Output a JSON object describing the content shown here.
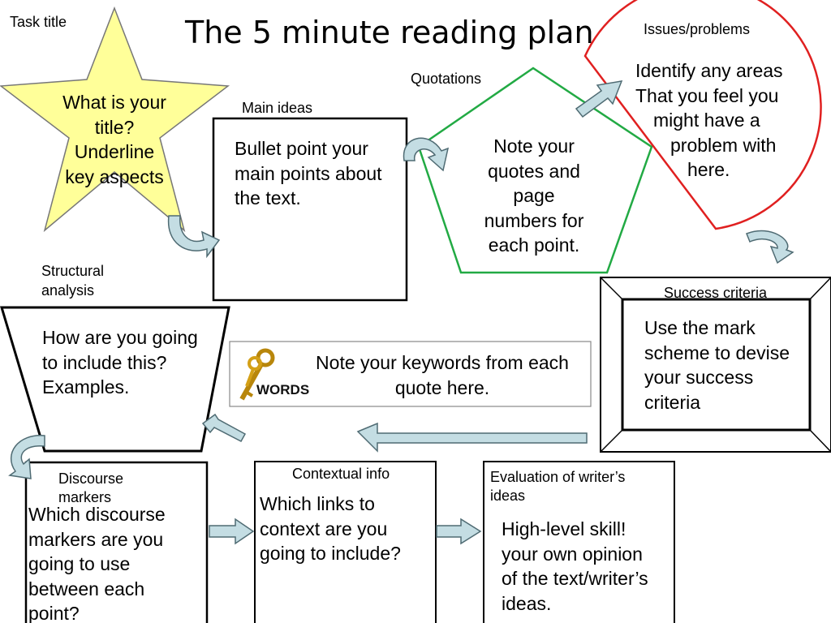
{
  "title": "The 5 minute reading plan",
  "task_title": {
    "label": "Task title",
    "text": "What is your\ntitle?\nUnderline\nkey aspects"
  },
  "main_ideas": {
    "label": "Main ideas",
    "text": "Bullet point your\nmain points about\nthe text."
  },
  "quotations": {
    "label": "Quotations",
    "text": "Note your\nquotes and\npage\nnumbers for\neach point."
  },
  "issues": {
    "label": "Issues/problems",
    "text": "Identify any areas\nThat you feel you\nmight have a\nproblem with\nhere."
  },
  "success_criteria": {
    "label": "Success criteria",
    "text": "Use the mark\nscheme to devise\nyour success\ncriteria"
  },
  "keywords": {
    "icon_text": "WORDS",
    "text": "Note your keywords from each\nquote here."
  },
  "structural": {
    "label": "Structural\nanalysis",
    "text": "How are you going\nto include this?\nExamples."
  },
  "discourse": {
    "label": "Discourse\nmarkers",
    "text": "Which discourse\nmarkers are you\ngoing to use\nbetween each\npoint?"
  },
  "contextual": {
    "label": "Contextual info",
    "text": "Which links to\ncontext are you\ngoing to include?"
  },
  "evaluation": {
    "label": "Evaluation of writer’s\nideas",
    "text": "High-level skill!\nyour own opinion\nof the text/writer’s\nideas."
  },
  "colors": {
    "star_fill": "#ffff99",
    "pentagon_stroke": "#22aa44",
    "issues_stroke": "#e02020",
    "arrow_fill": "#c4dde3",
    "arrow_stroke": "#4f6b73"
  }
}
